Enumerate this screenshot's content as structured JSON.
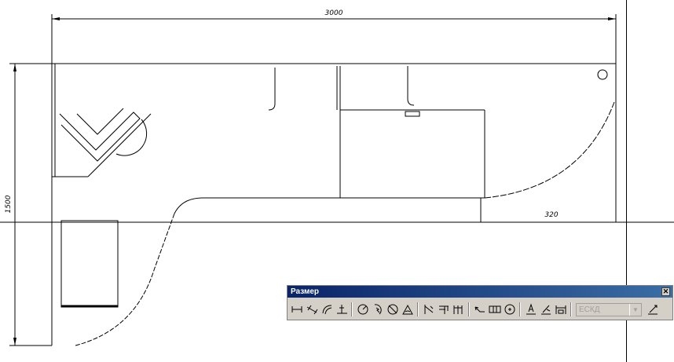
{
  "drawing": {
    "dim_width": "3000",
    "dim_height": "1500",
    "dim_small": "320"
  },
  "toolbar": {
    "title": "Размер",
    "close_label": "✕",
    "style_value": "ЕСКД",
    "tools": [
      "linear-dimension-icon",
      "aligned-dimension-icon",
      "arc-length-icon",
      "ordinate-dimension-icon",
      "radius-dimension-icon",
      "jogged-dimension-icon",
      "diameter-dimension-icon",
      "angular-dimension-icon",
      "quick-dimension-icon",
      "baseline-dimension-icon",
      "continue-dimension-icon",
      "quick-leader-icon",
      "tolerance-icon",
      "center-mark-icon",
      "dimension-edit-icon",
      "dimension-text-edit-icon",
      "dimension-update-icon",
      "dimension-style-icon"
    ]
  }
}
